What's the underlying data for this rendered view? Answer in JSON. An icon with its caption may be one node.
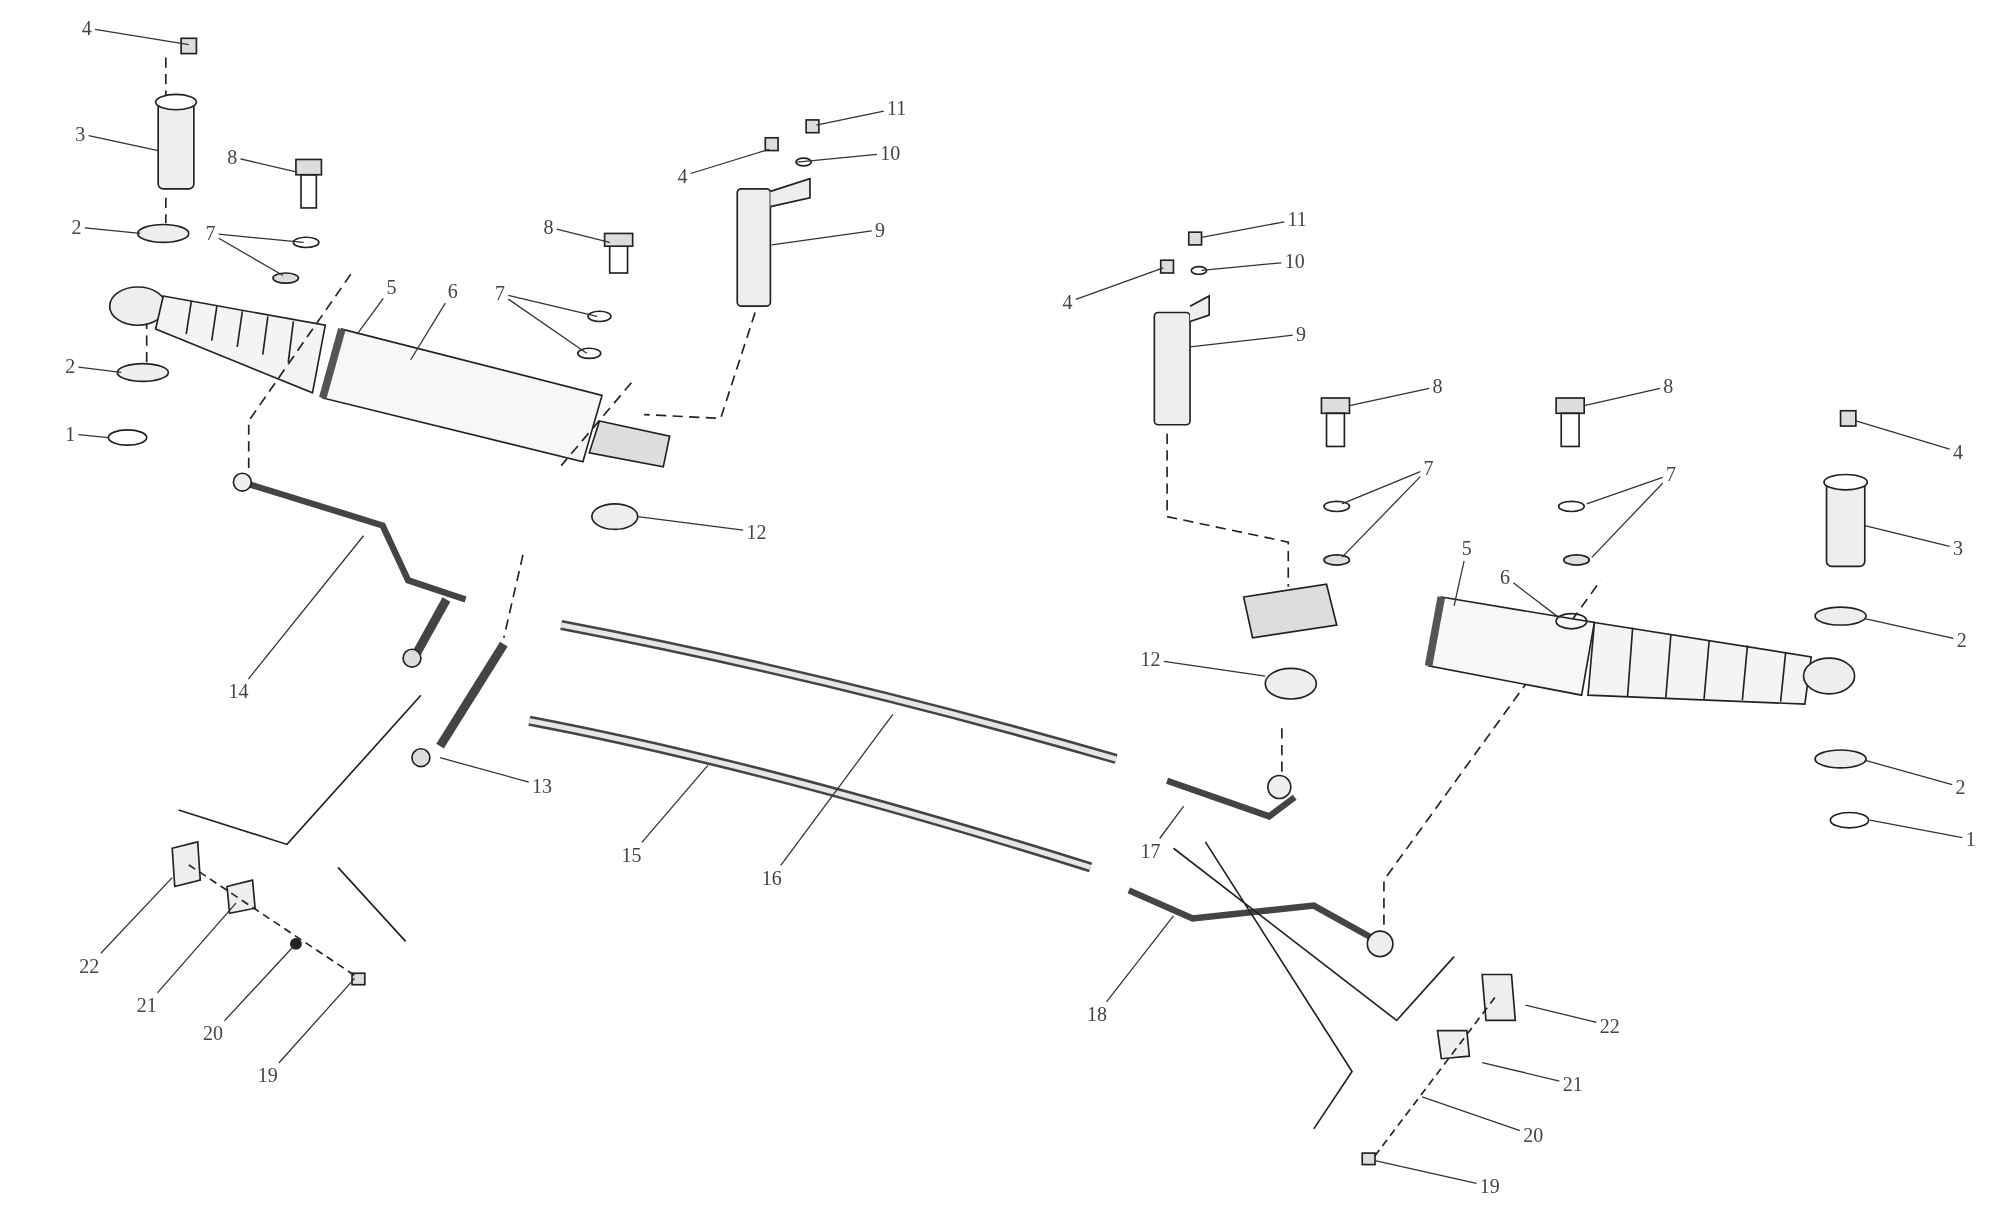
{
  "diagram": {
    "nodes": [
      {
        "text": [
          "4"
        ]
      },
      {
        "text": [
          "3"
        ]
      },
      {
        "text": [
          "8"
        ]
      },
      {
        "text": [
          "2"
        ]
      },
      {
        "text": [
          "7"
        ]
      },
      {
        "text": [
          "5"
        ]
      },
      {
        "text": [
          "6"
        ]
      },
      {
        "text": [
          "2"
        ]
      },
      {
        "text": [
          "1"
        ]
      },
      {
        "text": [
          "4"
        ]
      },
      {
        "text": [
          "11"
        ]
      },
      {
        "text": [
          "10"
        ]
      },
      {
        "text": [
          "9"
        ]
      },
      {
        "text": [
          "8"
        ]
      },
      {
        "text": [
          "7"
        ]
      },
      {
        "text": [
          "12"
        ]
      },
      {
        "text": [
          "14"
        ]
      },
      {
        "text": [
          "13"
        ]
      },
      {
        "text": [
          "15"
        ]
      },
      {
        "text": [
          "16"
        ]
      },
      {
        "text": [
          "17"
        ]
      },
      {
        "text": [
          "18"
        ]
      },
      {
        "text": [
          "22"
        ]
      },
      {
        "text": [
          "21"
        ]
      },
      {
        "text": [
          "20"
        ]
      },
      {
        "text": [
          "19"
        ]
      },
      {
        "text": [
          "11"
        ]
      },
      {
        "text": [
          "10"
        ]
      },
      {
        "text": [
          "4"
        ]
      },
      {
        "text": [
          "9"
        ]
      },
      {
        "text": [
          "8"
        ]
      },
      {
        "text": [
          "8"
        ]
      },
      {
        "text": [
          "7"
        ]
      },
      {
        "text": [
          "7"
        ]
      },
      {
        "text": [
          "4"
        ]
      },
      {
        "text": [
          "3"
        ]
      },
      {
        "text": [
          "5"
        ]
      },
      {
        "text": [
          "6"
        ]
      },
      {
        "text": [
          "12"
        ]
      },
      {
        "text": [
          "2"
        ]
      },
      {
        "text": [
          "2"
        ]
      },
      {
        "text": [
          "1"
        ]
      },
      {
        "text": [
          "22"
        ]
      },
      {
        "text": [
          "21"
        ]
      },
      {
        "text": [
          "20"
        ]
      },
      {
        "text": [
          "19"
        ]
      }
    ],
    "edges": [
      {
        "from": 0,
        "to": null,
        "arrow": "none"
      },
      {
        "from": 1,
        "to": null,
        "arrow": "none"
      },
      {
        "from": 2,
        "to": null,
        "arrow": "none"
      },
      {
        "from": 3,
        "to": null,
        "arrow": "none"
      },
      {
        "from": 4,
        "to": null,
        "arrow": "none"
      },
      {
        "from": 4,
        "to": null,
        "arrow": "none"
      },
      {
        "from": 5,
        "to": null,
        "arrow": "none"
      },
      {
        "from": 6,
        "to": null,
        "arrow": "none"
      },
      {
        "from": 7,
        "to": null,
        "arrow": "none"
      },
      {
        "from": 8,
        "to": null,
        "arrow": "none"
      },
      {
        "from": 9,
        "to": null,
        "arrow": "none"
      },
      {
        "from": 10,
        "to": null,
        "arrow": "none"
      },
      {
        "from": 11,
        "to": null,
        "arrow": "none"
      },
      {
        "from": 12,
        "to": null,
        "arrow": "none"
      },
      {
        "from": 13,
        "to": null,
        "arrow": "none"
      },
      {
        "from": 14,
        "to": null,
        "arrow": "none"
      },
      {
        "from": 14,
        "to": null,
        "arrow": "none"
      },
      {
        "from": 15,
        "to": null,
        "arrow": "none"
      },
      {
        "from": 16,
        "to": null,
        "arrow": "none"
      },
      {
        "from": 17,
        "to": null,
        "arrow": "none"
      },
      {
        "from": 18,
        "to": null,
        "arrow": "none"
      },
      {
        "from": 19,
        "to": null,
        "arrow": "none"
      },
      {
        "from": 20,
        "to": null,
        "arrow": "none"
      },
      {
        "from": 21,
        "to": null,
        "arrow": "none"
      },
      {
        "from": 22,
        "to": null,
        "arrow": "none"
      },
      {
        "from": 23,
        "to": null,
        "arrow": "none"
      },
      {
        "from": 24,
        "to": null,
        "arrow": "none"
      },
      {
        "from": 25,
        "to": null,
        "arrow": "none"
      },
      {
        "from": 26,
        "to": null,
        "arrow": "none"
      },
      {
        "from": 27,
        "to": null,
        "arrow": "none"
      },
      {
        "from": 28,
        "to": null,
        "arrow": "none"
      },
      {
        "from": 29,
        "to": null,
        "arrow": "none"
      },
      {
        "from": 30,
        "to": null,
        "arrow": "none"
      },
      {
        "from": 31,
        "to": null,
        "arrow": "none"
      },
      {
        "from": 32,
        "to": null,
        "arrow": "none"
      },
      {
        "from": 32,
        "to": null,
        "arrow": "none"
      },
      {
        "from": 33,
        "to": null,
        "arrow": "none"
      },
      {
        "from": 33,
        "to": null,
        "arrow": "none"
      },
      {
        "from": 34,
        "to": null,
        "arrow": "none"
      },
      {
        "from": 35,
        "to": null,
        "arrow": "none"
      },
      {
        "from": 36,
        "to": null,
        "arrow": "none"
      },
      {
        "from": 37,
        "to": null,
        "arrow": "none"
      },
      {
        "from": 38,
        "to": null,
        "arrow": "none"
      },
      {
        "from": 39,
        "to": null,
        "arrow": "none"
      },
      {
        "from": 40,
        "to": null,
        "arrow": "none"
      },
      {
        "from": 41,
        "to": null,
        "arrow": "none"
      },
      {
        "from": 42,
        "to": null,
        "arrow": "none"
      },
      {
        "from": 43,
        "to": null,
        "arrow": "none"
      },
      {
        "from": 44,
        "to": null,
        "arrow": "none"
      },
      {
        "from": 45,
        "to": null,
        "arrow": "none"
      }
    ]
  }
}
